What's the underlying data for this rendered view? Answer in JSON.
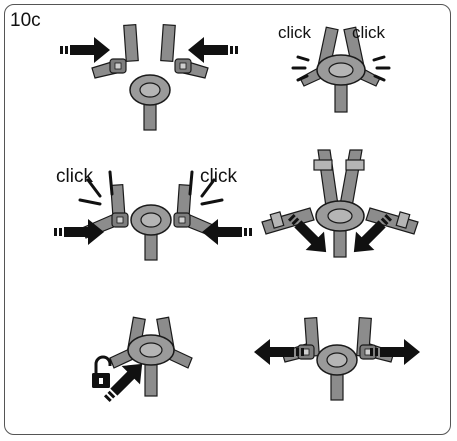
{
  "step_label": "10c",
  "click_text": "click",
  "colors": {
    "strap": "#8c8c8c",
    "strap_dark": "#5a5a5a",
    "outline": "#1a1a1a",
    "arrow": "#111111",
    "buckle": "#9a9a9a"
  },
  "panels": [
    {
      "name": "insert-buckles",
      "shows_click": false
    },
    {
      "name": "buckles-clicked",
      "shows_click": true
    },
    {
      "name": "insert-buckles-click",
      "shows_click": true
    },
    {
      "name": "tighten-harness",
      "shows_click": false
    },
    {
      "name": "unlock-buckle",
      "shows_click": false
    },
    {
      "name": "release-buckles",
      "shows_click": false
    }
  ],
  "icons": [
    "arrow-right-icon",
    "arrow-left-icon",
    "click-lines-icon",
    "padlock-unlocked-icon",
    "diagonal-arrow-icon"
  ]
}
